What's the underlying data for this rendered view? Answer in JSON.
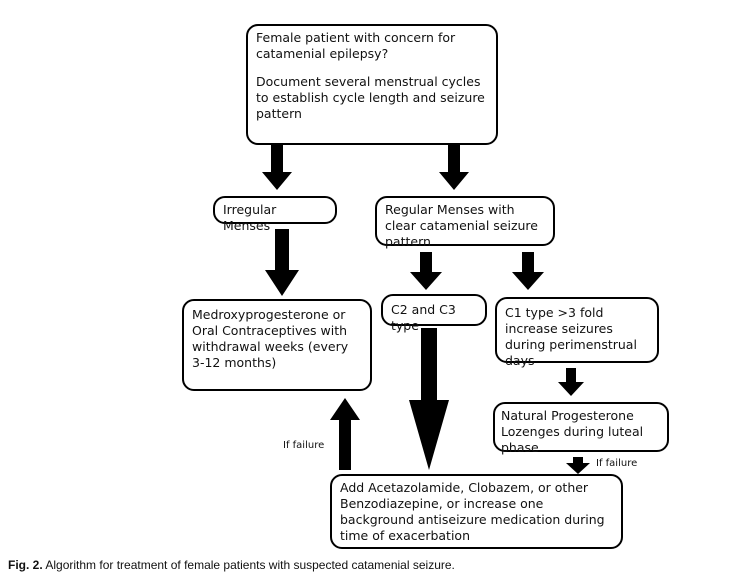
{
  "nodes": {
    "start": {
      "line1": "Female patient with concern for catamenial epilepsy?",
      "line2": "Document several menstrual cycles to establish cycle length and seizure pattern"
    },
    "irregular": "Irregular Menses",
    "regular": "Regular Menses with clear catamenial seizure pattern",
    "medroxy": "Medroxyprogesterone or Oral Contraceptives with withdrawal weeks (every 3-12 months)",
    "c2c3": "C2 and C3 type",
    "c1": "C1 type >3 fold increase seizures during perimenstrual days",
    "progesterone": "Natural Progesterone Lozenges during luteal phase",
    "add": "Add Acetazolamide, Clobazem, or other Benzodiazepine, or increase one background antiseizure medication during time of exacerbation"
  },
  "labels": {
    "if_failure_left": "If failure",
    "if_failure_right": "If failure"
  },
  "caption": {
    "prefix": "Fig. 2.",
    "text": "Algorithm for treatment of female patients with suspected catamenial seizure."
  }
}
